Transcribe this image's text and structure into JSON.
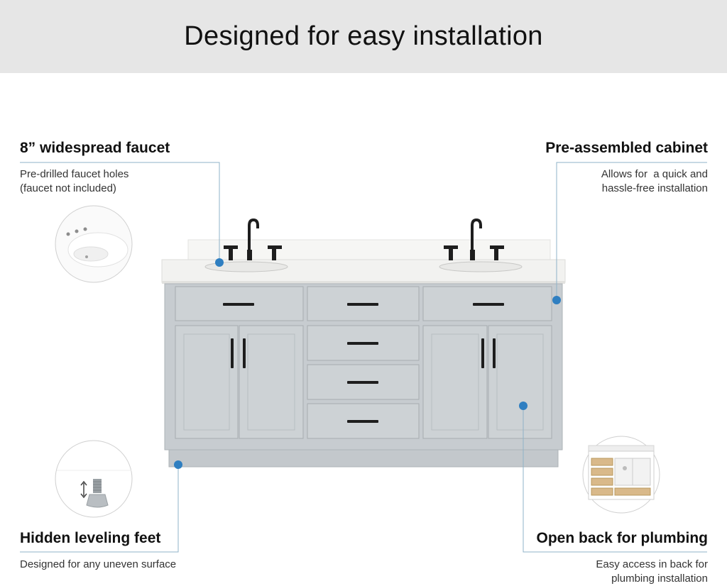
{
  "header": {
    "title": "Designed for easy installation"
  },
  "features": {
    "faucet": {
      "title": "8” widespread faucet",
      "desc_line1": "Pre-drilled faucet holes",
      "desc_line2": "(faucet not included)"
    },
    "cabinet": {
      "title": "Pre-assembled cabinet",
      "desc_line1": "Allows for  a quick and",
      "desc_line2": "hassle-free installation"
    },
    "feet": {
      "title": "Hidden leveling feet",
      "desc_line1": "Designed for any uneven surface"
    },
    "plumbing": {
      "title": "Open back for plumbing",
      "desc_line1": "Easy access in back for",
      "desc_line2": "plumbing installation"
    }
  },
  "colors": {
    "banner_bg": "#e6e6e6",
    "callout_line": "#8fb3c8",
    "callout_dot": "#2f7fc1",
    "cabinet_gray": "#c9ced1",
    "countertop": "#f4f4f2",
    "hardware": "#1e1e1e"
  },
  "icons": [
    "faucet-hole-detail",
    "leveling-foot-detail",
    "open-back-detail"
  ]
}
